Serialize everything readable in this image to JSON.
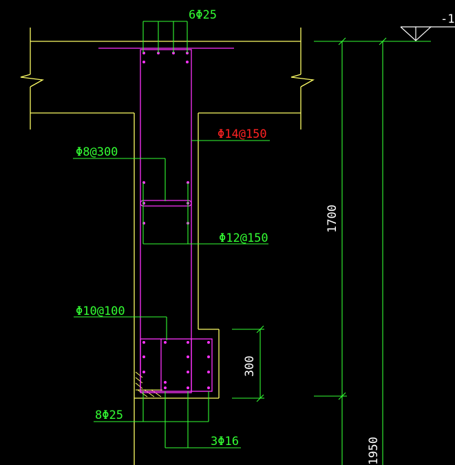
{
  "colors": {
    "background": "#000000",
    "outline": "#ffff66",
    "rebar": "#ff33ff",
    "dimension": "#33ff33",
    "label_green": "#33ff33",
    "label_red": "#ff2222",
    "elevation_mark": "#ffffff",
    "hatch": "#ffff66"
  },
  "labels": {
    "top_bars": "6Φ25",
    "upper_stirrup": "Φ14@150",
    "tie_bar": "Φ8@300",
    "side_bars": "Φ12@150",
    "lower_stirrup": "Φ10@100",
    "bottom_bars": "8Φ25",
    "bottom_bars_small": "3Φ16"
  },
  "dimensions": {
    "total_depth": "1700",
    "bottom_flange_depth": "300",
    "overall": "1950"
  },
  "elevation": {
    "label": "-1"
  }
}
